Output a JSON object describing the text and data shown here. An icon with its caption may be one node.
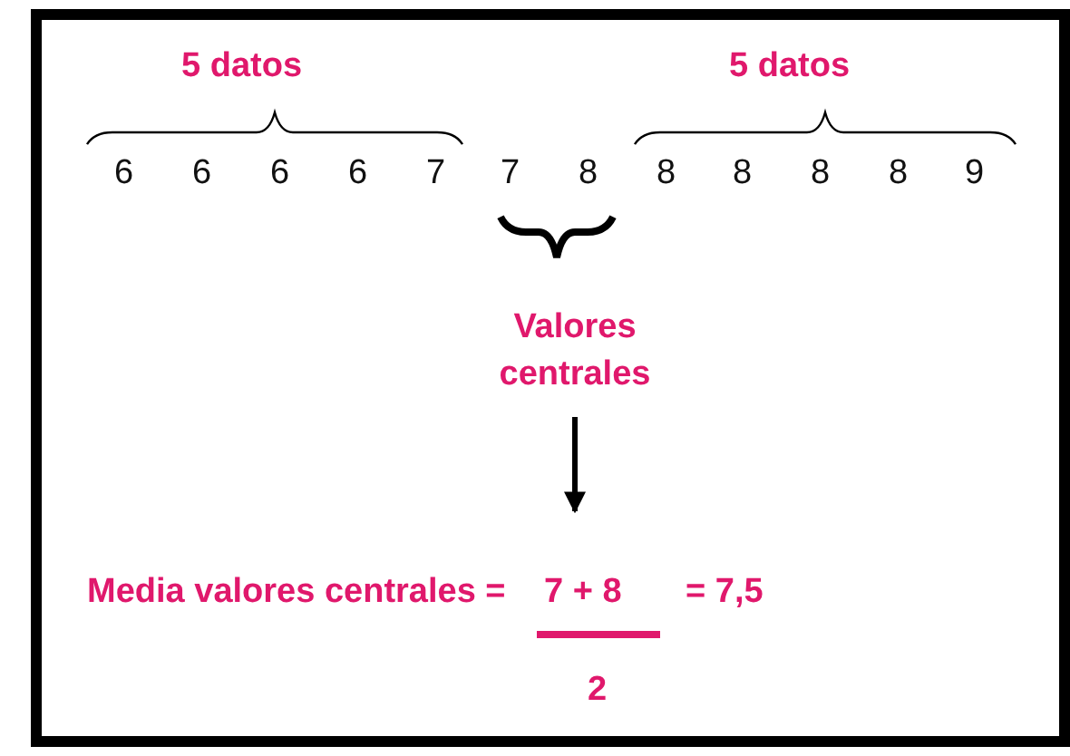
{
  "diagram": {
    "nodes": [
      {
        "text": [
          "Valores centrales"
        ]
      },
      {
        "text": [
          "Media valores centrales =",
          "7 + 8",
          "2",
          "= 7,5"
        ]
      }
    ],
    "edges": [
      {
        "from": 0,
        "to": 1,
        "arrow": "to"
      }
    ],
    "labels": [
      "5 datos",
      "5 datos",
      "6",
      "6",
      "6",
      "6",
      "7",
      "7",
      "8",
      "8",
      "8",
      "8",
      "8",
      "9"
    ]
  }
}
